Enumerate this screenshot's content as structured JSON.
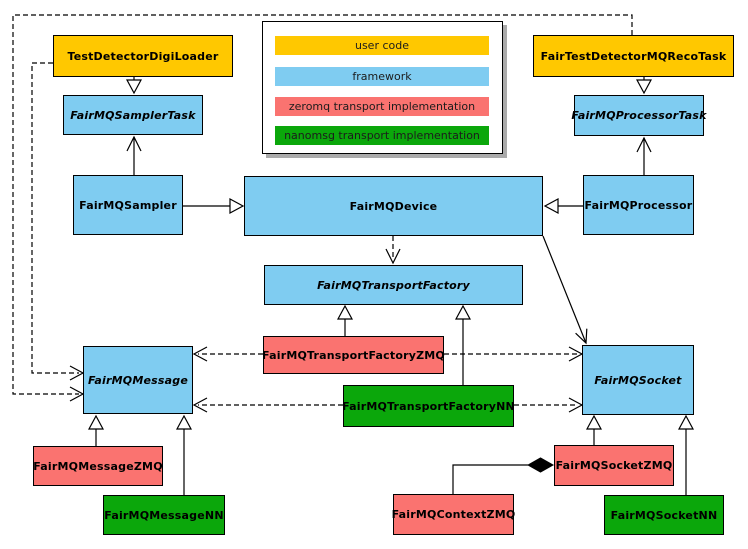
{
  "colors": {
    "user_code": "#ffc800",
    "framework": "#7fccf1",
    "zeromq": "#fa7370",
    "nanomsg": "#0ba70b",
    "edge": "#000000"
  },
  "legend": {
    "items": [
      {
        "label": "user code",
        "category": "user_code"
      },
      {
        "label": "framework",
        "category": "framework"
      },
      {
        "label": "zeromq transport implementation",
        "category": "zeromq"
      },
      {
        "label": "nanomsg transport implementation",
        "category": "nanomsg"
      }
    ]
  },
  "nodes": [
    {
      "label": "TestDetectorDigiLoader",
      "category": "user_code",
      "abstract": false
    },
    {
      "label": "FairTestDetectorMQRecoTask",
      "category": "user_code",
      "abstract": false
    },
    {
      "label": "FairMQSamplerTask",
      "category": "framework",
      "abstract": true
    },
    {
      "label": "FairMQProcessorTask",
      "category": "framework",
      "abstract": true
    },
    {
      "label": "FairMQSampler",
      "category": "framework",
      "abstract": false
    },
    {
      "label": "FairMQDevice",
      "category": "framework",
      "abstract": false
    },
    {
      "label": "FairMQProcessor",
      "category": "framework",
      "abstract": false
    },
    {
      "label": "FairMQTransportFactory",
      "category": "framework",
      "abstract": true
    },
    {
      "label": "FairMQMessage",
      "category": "framework",
      "abstract": true
    },
    {
      "label": "FairMQSocket",
      "category": "framework",
      "abstract": true
    },
    {
      "label": "FairMQTransportFactoryZMQ",
      "category": "zeromq",
      "abstract": false
    },
    {
      "label": "FairMQTransportFactoryNN",
      "category": "nanomsg",
      "abstract": false
    },
    {
      "label": "FairMQMessageZMQ",
      "category": "zeromq",
      "abstract": false
    },
    {
      "label": "FairMQMessageNN",
      "category": "nanomsg",
      "abstract": false
    },
    {
      "label": "FairMQContextZMQ",
      "category": "zeromq",
      "abstract": false
    },
    {
      "label": "FairMQSocketZMQ",
      "category": "zeromq",
      "abstract": false
    },
    {
      "label": "FairMQSocketNN",
      "category": "nanomsg",
      "abstract": false
    }
  ],
  "relationships": [
    {
      "from": "TestDetectorDigiLoader",
      "to": "FairMQSamplerTask",
      "line": "solid",
      "head": "hollow-triangle"
    },
    {
      "from": "FairTestDetectorMQRecoTask",
      "to": "FairMQProcessorTask",
      "line": "solid",
      "head": "hollow-triangle"
    },
    {
      "from": "FairMQSampler",
      "to": "FairMQSamplerTask",
      "line": "solid",
      "head": "open-arrow"
    },
    {
      "from": "FairMQProcessor",
      "to": "FairMQProcessorTask",
      "line": "solid",
      "head": "open-arrow"
    },
    {
      "from": "FairMQSampler",
      "to": "FairMQDevice",
      "line": "solid",
      "head": "hollow-triangle"
    },
    {
      "from": "FairMQProcessor",
      "to": "FairMQDevice",
      "line": "solid",
      "head": "hollow-triangle"
    },
    {
      "from": "FairMQDevice",
      "to": "FairMQTransportFactory",
      "line": "dashed",
      "head": "open-arrow"
    },
    {
      "from": "FairMQDevice",
      "to": "FairMQSocket",
      "line": "solid",
      "head": "open-arrow"
    },
    {
      "from": "TestDetectorDigiLoader",
      "to": "FairMQMessage",
      "line": "dashed",
      "head": "open-arrow"
    },
    {
      "from": "FairTestDetectorMQRecoTask",
      "to": "FairMQMessage",
      "line": "dashed",
      "head": "open-arrow"
    },
    {
      "from": "FairMQTransportFactoryZMQ",
      "to": "FairMQTransportFactory",
      "line": "solid",
      "head": "hollow-triangle"
    },
    {
      "from": "FairMQTransportFactoryNN",
      "to": "FairMQTransportFactory",
      "line": "solid",
      "head": "hollow-triangle"
    },
    {
      "from": "FairMQTransportFactoryZMQ",
      "to": "FairMQMessage",
      "line": "dashed",
      "head": "open-arrow"
    },
    {
      "from": "FairMQTransportFactoryZMQ",
      "to": "FairMQSocket",
      "line": "dashed",
      "head": "open-arrow"
    },
    {
      "from": "FairMQTransportFactoryNN",
      "to": "FairMQMessage",
      "line": "dashed",
      "head": "open-arrow"
    },
    {
      "from": "FairMQTransportFactoryNN",
      "to": "FairMQSocket",
      "line": "dashed",
      "head": "open-arrow"
    },
    {
      "from": "FairMQMessageZMQ",
      "to": "FairMQMessage",
      "line": "solid",
      "head": "hollow-triangle"
    },
    {
      "from": "FairMQMessageNN",
      "to": "FairMQMessage",
      "line": "solid",
      "head": "hollow-triangle"
    },
    {
      "from": "FairMQSocketZMQ",
      "to": "FairMQSocket",
      "line": "solid",
      "head": "hollow-triangle"
    },
    {
      "from": "FairMQSocketNN",
      "to": "FairMQSocket",
      "line": "solid",
      "head": "hollow-triangle"
    },
    {
      "from": "FairMQContextZMQ",
      "to": "FairMQSocketZMQ",
      "line": "solid",
      "head": "filled-diamond"
    }
  ]
}
